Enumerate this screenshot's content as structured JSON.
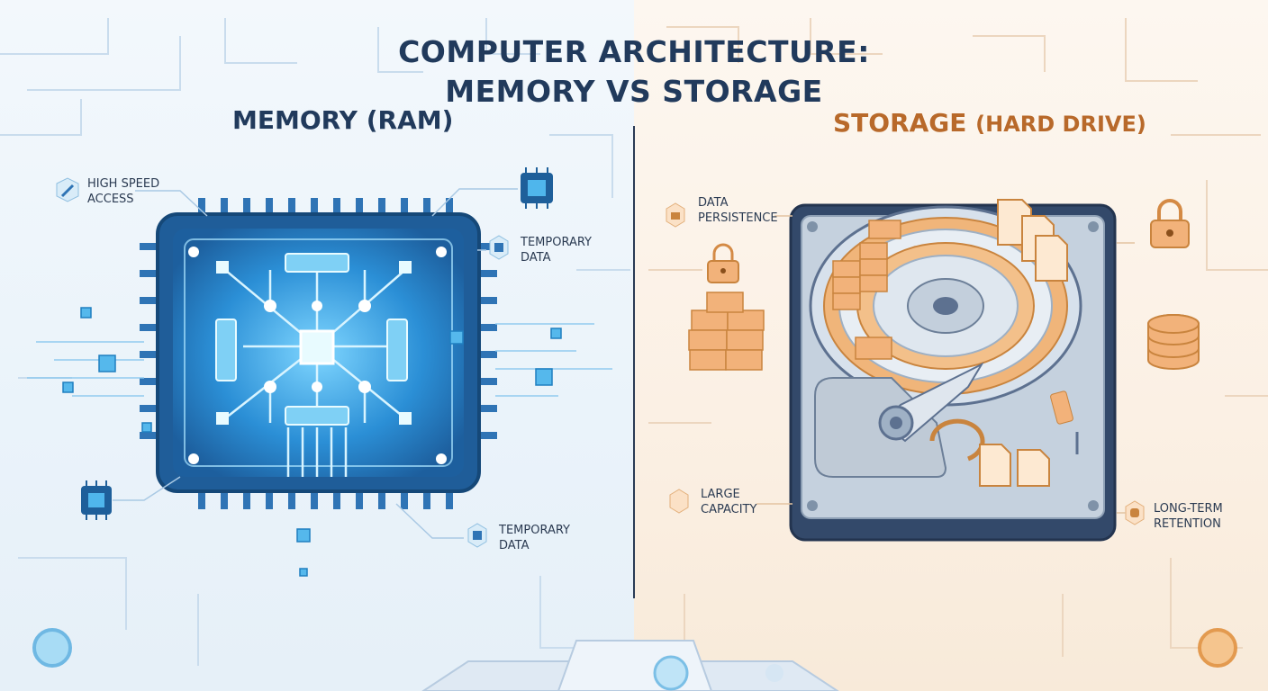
{
  "title": {
    "line1": "COMPUTER ARCHITECTURE:",
    "line2": "MEMORY VS STORAGE"
  },
  "memory": {
    "heading": "MEMORY (RAM)",
    "labels": {
      "high_speed_line1": "HIGH SPEED",
      "high_speed_line2": "ACCESS",
      "temporary_top_line1": "TEMPORARY",
      "temporary_top_line2": "DATA",
      "temporary_bottom_line1": "TEMPORARY",
      "temporary_bottom_line2": "DATA"
    },
    "accent_color": "#3aa0e0"
  },
  "storage": {
    "heading_main": "STORAGE",
    "heading_paren": "(HARD DRIVE)",
    "labels": {
      "persistence_line1": "DATA",
      "persistence_line2": "PERSISTENCE",
      "capacity_line1": "LARGE",
      "capacity_line2": "CAPACITY",
      "retention_line1": "LONG-TERM",
      "retention_line2": "RETENTION"
    },
    "accent_color": "#e39a4f"
  },
  "icons": [
    "chip-icon",
    "rocket-icon",
    "lock-icon",
    "database-icon",
    "box-stack-icon",
    "document-icon",
    "hard-drive-icon"
  ]
}
